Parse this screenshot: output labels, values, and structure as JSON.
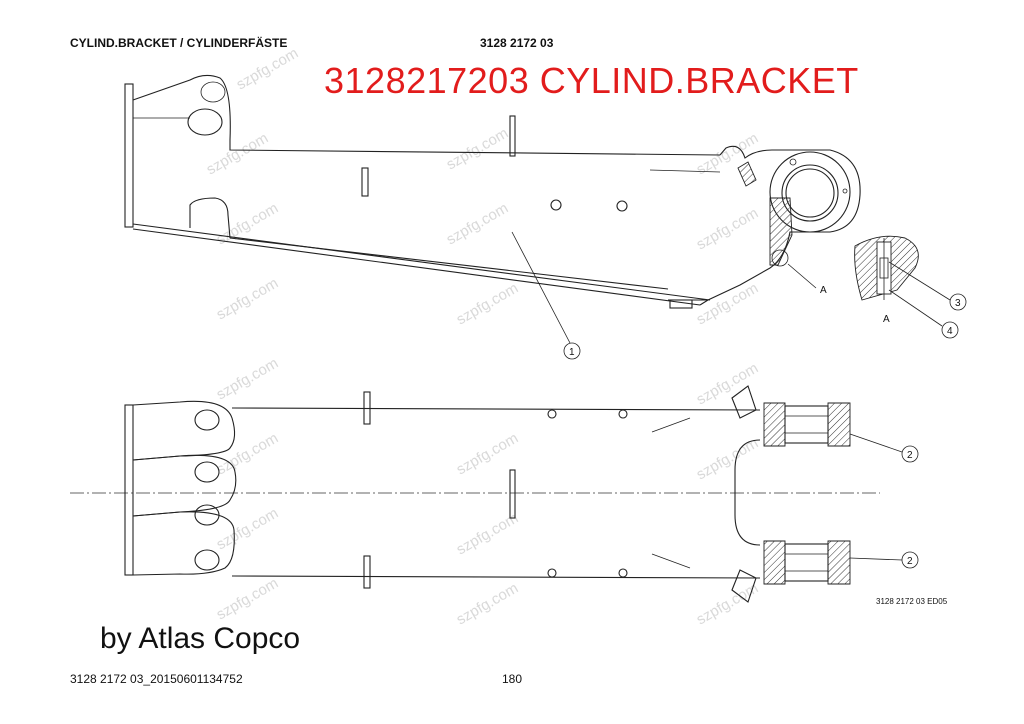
{
  "header": {
    "left": "CYLIND.BRACKET / CYLINDERFÄSTE",
    "center": "3128 2172 03"
  },
  "red_title": "3128217203 CYLIND.BRACKET",
  "byline": "by Atlas Copco",
  "drawing": {
    "callouts": [
      "1",
      "2",
      "2",
      "3",
      "4"
    ],
    "detail_label": "A",
    "detail_label_2": "A",
    "drawing_code": "3128 2172 03 ED05",
    "watermark": "szpfg.com"
  },
  "footer": {
    "left": "3128 2172 03_20150601134752",
    "page": "180"
  }
}
